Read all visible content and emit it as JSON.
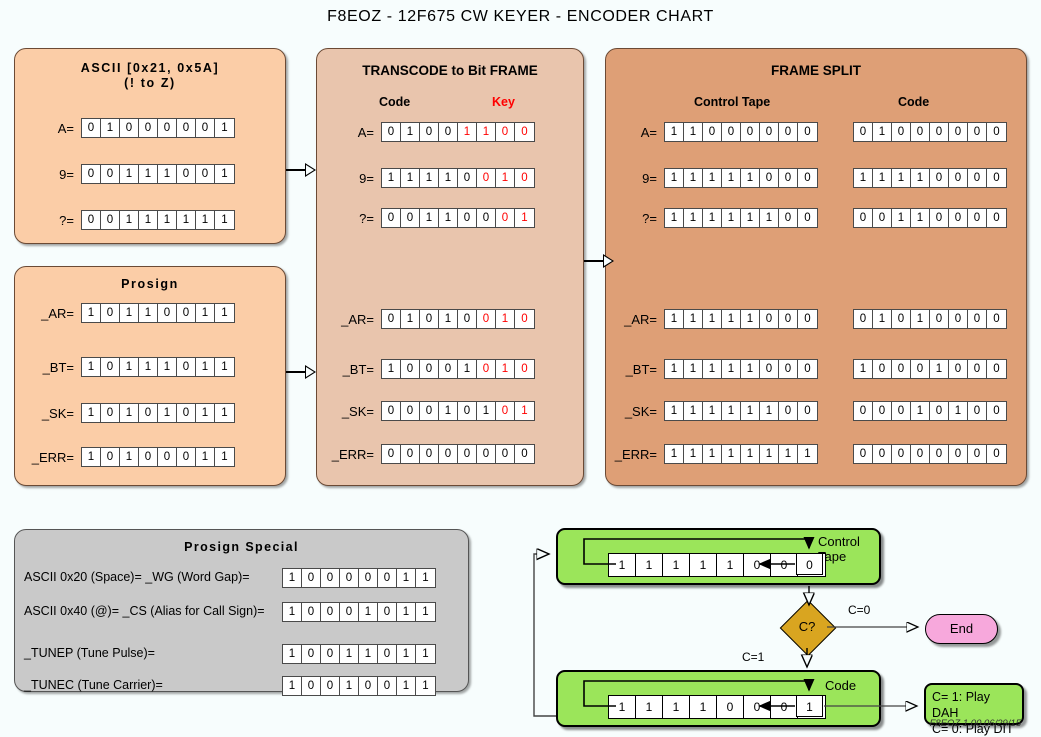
{
  "title": "F8EOZ - 12F675 CW KEYER - ENCODER CHART",
  "footer": "F8EOZ 1.00 06/29/15",
  "panels": {
    "ascii": {
      "title_line1": "ASCII [0x21, 0x5A]",
      "title_line2": "(! to Z)",
      "color": "#FBCDA7",
      "rows": [
        {
          "label": "A=",
          "bits": [
            "0",
            "1",
            "0",
            "0",
            "0",
            "0",
            "0",
            "1"
          ]
        },
        {
          "label": "9=",
          "bits": [
            "0",
            "0",
            "1",
            "1",
            "1",
            "0",
            "0",
            "1"
          ]
        },
        {
          "label": "?=",
          "bits": [
            "0",
            "0",
            "1",
            "1",
            "1",
            "1",
            "1",
            "1"
          ]
        }
      ]
    },
    "prosign": {
      "title": "Prosign",
      "color": "#FBCDA7",
      "rows": [
        {
          "label": "_AR=",
          "bits": [
            "1",
            "0",
            "1",
            "1",
            "0",
            "0",
            "1",
            "1"
          ]
        },
        {
          "label": "_BT=",
          "bits": [
            "1",
            "0",
            "1",
            "1",
            "1",
            "0",
            "1",
            "1"
          ]
        },
        {
          "label": "_SK=",
          "bits": [
            "1",
            "0",
            "1",
            "0",
            "1",
            "0",
            "1",
            "1"
          ]
        },
        {
          "label": "_ERR=",
          "bits": [
            "1",
            "0",
            "1",
            "0",
            "0",
            "0",
            "1",
            "1"
          ]
        }
      ]
    },
    "transcode": {
      "title": "TRANSCODE to Bit FRAME",
      "sub_code": "Code",
      "sub_key": "Key",
      "key_color": "#FF0000",
      "color": "#E9C5AD",
      "rows_upper": [
        {
          "label": "A=",
          "bits": [
            "0",
            "1",
            "0",
            "0",
            "1",
            "1",
            "0",
            "0"
          ],
          "key_from": 4
        },
        {
          "label": "9=",
          "bits": [
            "1",
            "1",
            "1",
            "1",
            "0",
            "0",
            "1",
            "0"
          ],
          "key_from": 5
        },
        {
          "label": "?=",
          "bits": [
            "0",
            "0",
            "1",
            "1",
            "0",
            "0",
            "0",
            "1"
          ],
          "key_from": 6
        }
      ],
      "rows_lower": [
        {
          "label": "_AR=",
          "bits": [
            "0",
            "1",
            "0",
            "1",
            "0",
            "0",
            "1",
            "0"
          ],
          "key_from": 5
        },
        {
          "label": "_BT=",
          "bits": [
            "1",
            "0",
            "0",
            "0",
            "1",
            "0",
            "1",
            "0"
          ],
          "key_from": 5
        },
        {
          "label": "_SK=",
          "bits": [
            "0",
            "0",
            "0",
            "1",
            "0",
            "1",
            "0",
            "1"
          ],
          "key_from": 6
        },
        {
          "label": "_ERR=",
          "bits": [
            "0",
            "0",
            "0",
            "0",
            "0",
            "0",
            "0",
            "0"
          ],
          "key_from": 8
        }
      ]
    },
    "framesplit": {
      "title": "FRAME SPLIT",
      "sub_control": "Control Tape",
      "sub_code": "Code",
      "color": "#DE9F76",
      "rows_upper": [
        {
          "label": "A=",
          "control": [
            "1",
            "1",
            "0",
            "0",
            "0",
            "0",
            "0",
            "0"
          ],
          "code": [
            "0",
            "1",
            "0",
            "0",
            "0",
            "0",
            "0",
            "0"
          ]
        },
        {
          "label": "9=",
          "control": [
            "1",
            "1",
            "1",
            "1",
            "1",
            "0",
            "0",
            "0"
          ],
          "code": [
            "1",
            "1",
            "1",
            "1",
            "0",
            "0",
            "0",
            "0"
          ]
        },
        {
          "label": "?=",
          "control": [
            "1",
            "1",
            "1",
            "1",
            "1",
            "1",
            "0",
            "0"
          ],
          "code": [
            "0",
            "0",
            "1",
            "1",
            "0",
            "0",
            "0",
            "0"
          ]
        }
      ],
      "rows_lower": [
        {
          "label": "_AR=",
          "control": [
            "1",
            "1",
            "1",
            "1",
            "1",
            "0",
            "0",
            "0"
          ],
          "code": [
            "0",
            "1",
            "0",
            "1",
            "0",
            "0",
            "0",
            "0"
          ]
        },
        {
          "label": "_BT=",
          "control": [
            "1",
            "1",
            "1",
            "1",
            "1",
            "0",
            "0",
            "0"
          ],
          "code": [
            "1",
            "0",
            "0",
            "0",
            "1",
            "0",
            "0",
            "0"
          ]
        },
        {
          "label": "_SK=",
          "control": [
            "1",
            "1",
            "1",
            "1",
            "1",
            "1",
            "0",
            "0"
          ],
          "code": [
            "0",
            "0",
            "0",
            "1",
            "0",
            "1",
            "0",
            "0"
          ]
        },
        {
          "label": "_ERR=",
          "control": [
            "1",
            "1",
            "1",
            "1",
            "1",
            "1",
            "1",
            "1"
          ],
          "code": [
            "0",
            "0",
            "0",
            "0",
            "0",
            "0",
            "0",
            "0"
          ]
        }
      ]
    },
    "special": {
      "title": "Prosign Special",
      "color": "#C9C9C9",
      "rows": [
        {
          "label": "ASCII 0x20 (Space)= _WG (Word Gap)=",
          "bits": [
            "1",
            "0",
            "0",
            "0",
            "0",
            "0",
            "1",
            "1"
          ]
        },
        {
          "label": "ASCII 0x40 (@)= _CS (Alias for Call Sign)=",
          "bits": [
            "1",
            "0",
            "0",
            "0",
            "1",
            "0",
            "1",
            "1"
          ]
        },
        {
          "label": "_TUNEP (Tune Pulse)=",
          "bits": [
            "1",
            "0",
            "0",
            "1",
            "1",
            "0",
            "1",
            "1"
          ]
        },
        {
          "label": "_TUNEC (Tune Carrier)=",
          "bits": [
            "1",
            "0",
            "0",
            "1",
            "0",
            "0",
            "1",
            "1"
          ]
        }
      ]
    }
  },
  "flowchart": {
    "control_tape": {
      "label_line1": "Control",
      "label_line2": "Tape",
      "bits": [
        "1",
        "1",
        "1",
        "1",
        "1",
        "0",
        "0",
        "0"
      ],
      "shift_bit": "0",
      "color": "#9BE55A"
    },
    "code": {
      "label": "Code",
      "bits": [
        "1",
        "1",
        "1",
        "1",
        "0",
        "0",
        "0",
        "0"
      ],
      "shift_bit": "1",
      "color": "#9BE55A"
    },
    "decision": {
      "text": "C?",
      "color": "#D9A520"
    },
    "branch_zero": "C=0",
    "branch_one": "C=1",
    "end": {
      "text": "End",
      "color": "#F7A8DC"
    },
    "legend": {
      "line1": "C= 1: Play DAH",
      "line2": "C= 0: Play DIT",
      "color": "#9BE55A"
    }
  }
}
